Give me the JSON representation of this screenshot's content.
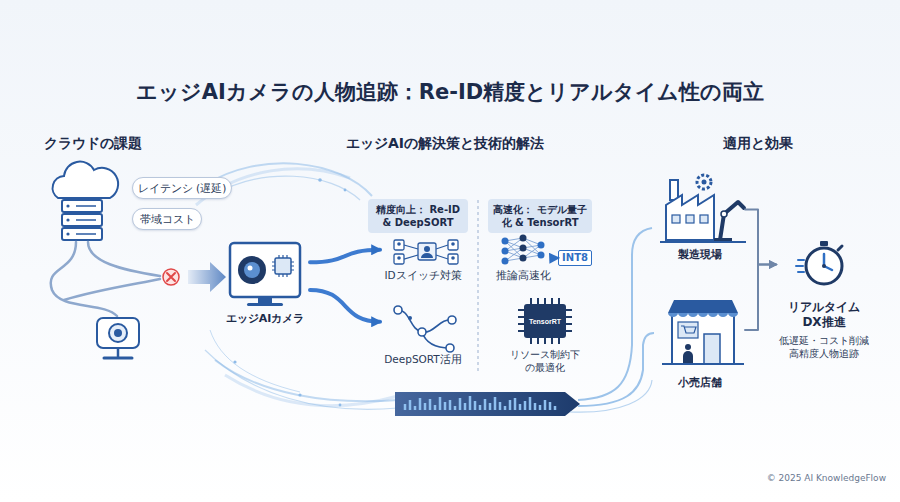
{
  "diagram": {
    "title": "エッジAIカメラの人物追跡：Re-ID精度とリアルタイム性の両立",
    "nodes": [
      {
        "text": [
          "レイテンシ (遅延)"
        ]
      },
      {
        "text": [
          "帯域コスト"
        ]
      },
      {
        "text": [
          "エッジAIカメラ"
        ]
      },
      {
        "text": [
          "精度向上： Re-ID & DeepSORT"
        ]
      },
      {
        "text": [
          "高速化： モデル量子化 & TensorRT"
        ]
      },
      {
        "text": [
          "IDスイッチ対策"
        ]
      },
      {
        "text": [
          "DeepSORT活用"
        ]
      },
      {
        "text": [
          "推論高速化"
        ]
      },
      {
        "text": [
          "INT8"
        ]
      },
      {
        "text": [
          "TensorRT",
          "リソース制約下の最適化"
        ]
      },
      {
        "text": [
          "製造現場"
        ]
      },
      {
        "text": [
          "小売店舗"
        ]
      },
      {
        "text": [
          "リアルタイム DX推進",
          "低遅延・コスト削減 高精度人物追跡"
        ]
      }
    ],
    "edges": [
      {
        "from": 2,
        "to": 5,
        "arrow": "to"
      },
      {
        "from": 2,
        "to": 6,
        "arrow": "to"
      },
      {
        "from": 7,
        "to": 8,
        "arrow": "to"
      },
      {
        "from": 10,
        "to": 12,
        "arrow": "to"
      },
      {
        "from": 11,
        "to": 12,
        "arrow": "to"
      }
    ],
    "labels": [
      "クラウドの課題",
      "エッジAIの解決策と技術的解法",
      "適用と効果",
      "© 2025 AI KnowledgeFlow"
    ]
  }
}
